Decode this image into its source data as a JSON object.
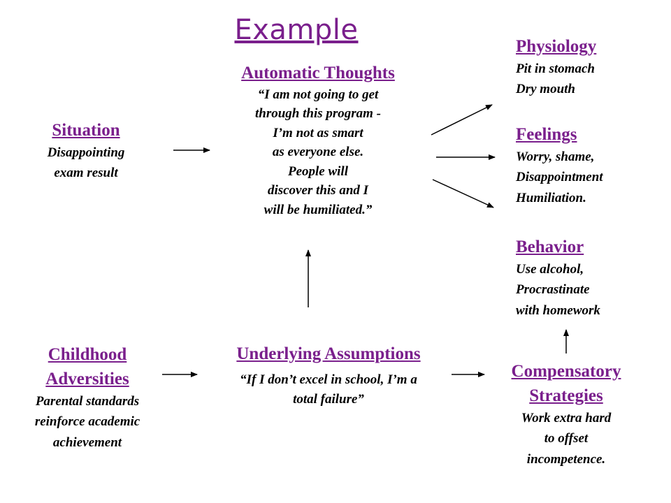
{
  "title": "Example",
  "automatic_thoughts": {
    "heading": "Automatic Thoughts",
    "lines": [
      "“I am not going to get",
      "through this program -",
      "I’m not as smart",
      "as everyone else.",
      "People will",
      "discover this and I",
      "will be humiliated.”"
    ]
  },
  "situation": {
    "heading": "Situation",
    "lines": [
      "Disappointing",
      "exam result"
    ]
  },
  "physiology": {
    "heading": "Physiology",
    "lines": [
      "Pit in stomach",
      "Dry mouth"
    ]
  },
  "feelings": {
    "heading": "Feelings",
    "lines": [
      "Worry, shame,",
      "Disappointment",
      "Humiliation."
    ]
  },
  "behavior": {
    "heading": "Behavior",
    "lines": [
      "Use alcohol,",
      "Procrastinate",
      "with homework"
    ]
  },
  "childhood": {
    "heading_lines": [
      "Childhood",
      "Adversities"
    ],
    "lines": [
      "Parental standards",
      "reinforce academic",
      "achievement"
    ]
  },
  "underlying": {
    "heading": "Underlying Assumptions",
    "lines": [
      "“If I don’t excel in school,  I’m a",
      "total failure”"
    ]
  },
  "compensatory": {
    "heading_lines": [
      "Compensatory",
      "Strategies"
    ],
    "lines": [
      "Work extra hard",
      "to offset",
      "incompetence."
    ]
  },
  "colors": {
    "heading": "#7a1f8c",
    "body": "#000000"
  }
}
